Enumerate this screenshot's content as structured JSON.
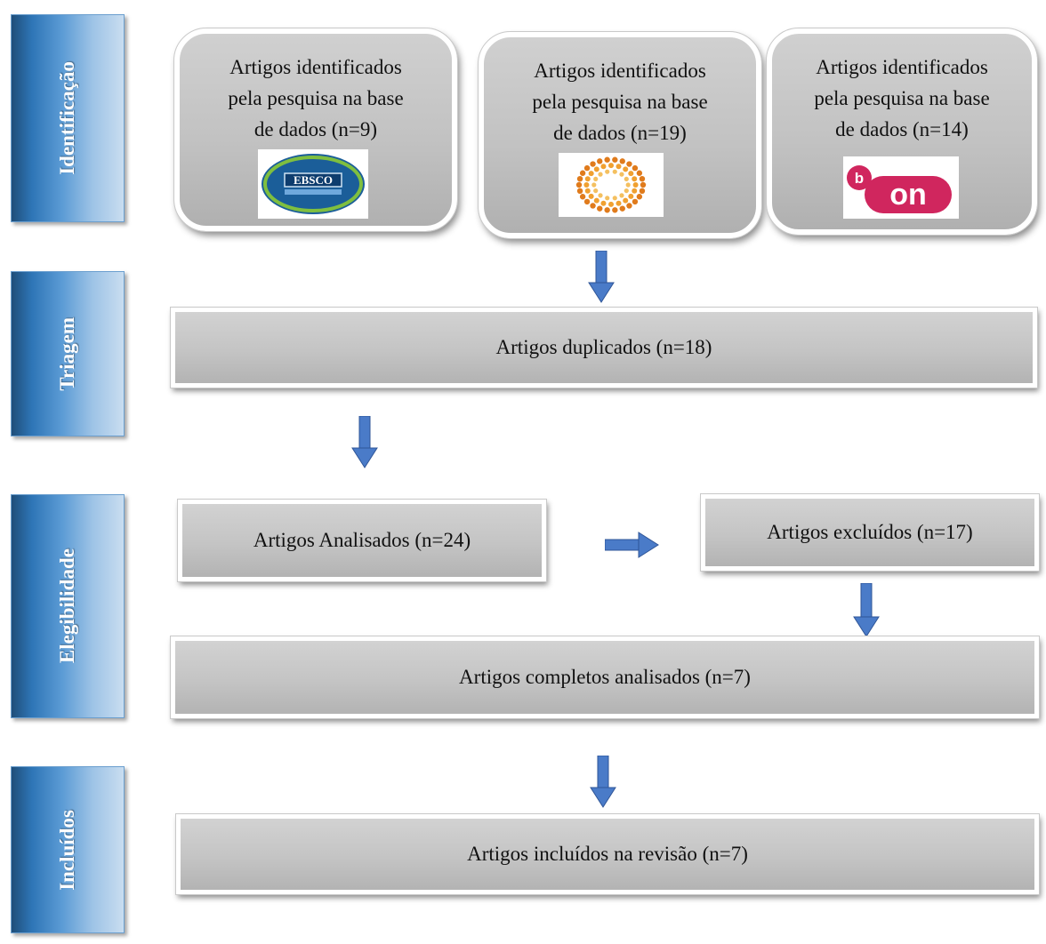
{
  "stages": {
    "identificacao": "Identificação",
    "triagem": "Triagem",
    "elegibilidade": "Elegibilidade",
    "incluidos": "Incluídos"
  },
  "databases": [
    {
      "line1": "Artigos identificados",
      "line2": "pela pesquisa na base",
      "line3": "de dados (n=9)",
      "logo_icon": "ebsco-logo",
      "logo_text": "EBSCO"
    },
    {
      "line1": "Artigos identificados",
      "line2": "pela pesquisa na base",
      "line3": "de dados (n=19)",
      "logo_icon": "dots-circle-logo"
    },
    {
      "line1": "Artigos identificados",
      "line2": "pela pesquisa na base",
      "line3": "de dados (n=14)",
      "logo_icon": "b-on-logo",
      "logo_text": "on",
      "logo_sup": "b"
    }
  ],
  "boxes": {
    "duplicados": "Artigos duplicados (n=18)",
    "analisados": "Artigos Analisados (n=24)",
    "excluidos": "Artigos excluídos (n=17)",
    "completos": "Artigos completos analisados (n=7)",
    "incluidos": "Artigos incluídos na revisão (n=7)"
  },
  "colors": {
    "arrow": "#4a7bc8",
    "box": "#c4c4c4",
    "stage": "#5b9bd5",
    "bon": "#d0265e",
    "ebsco": "#1f6fa8"
  }
}
